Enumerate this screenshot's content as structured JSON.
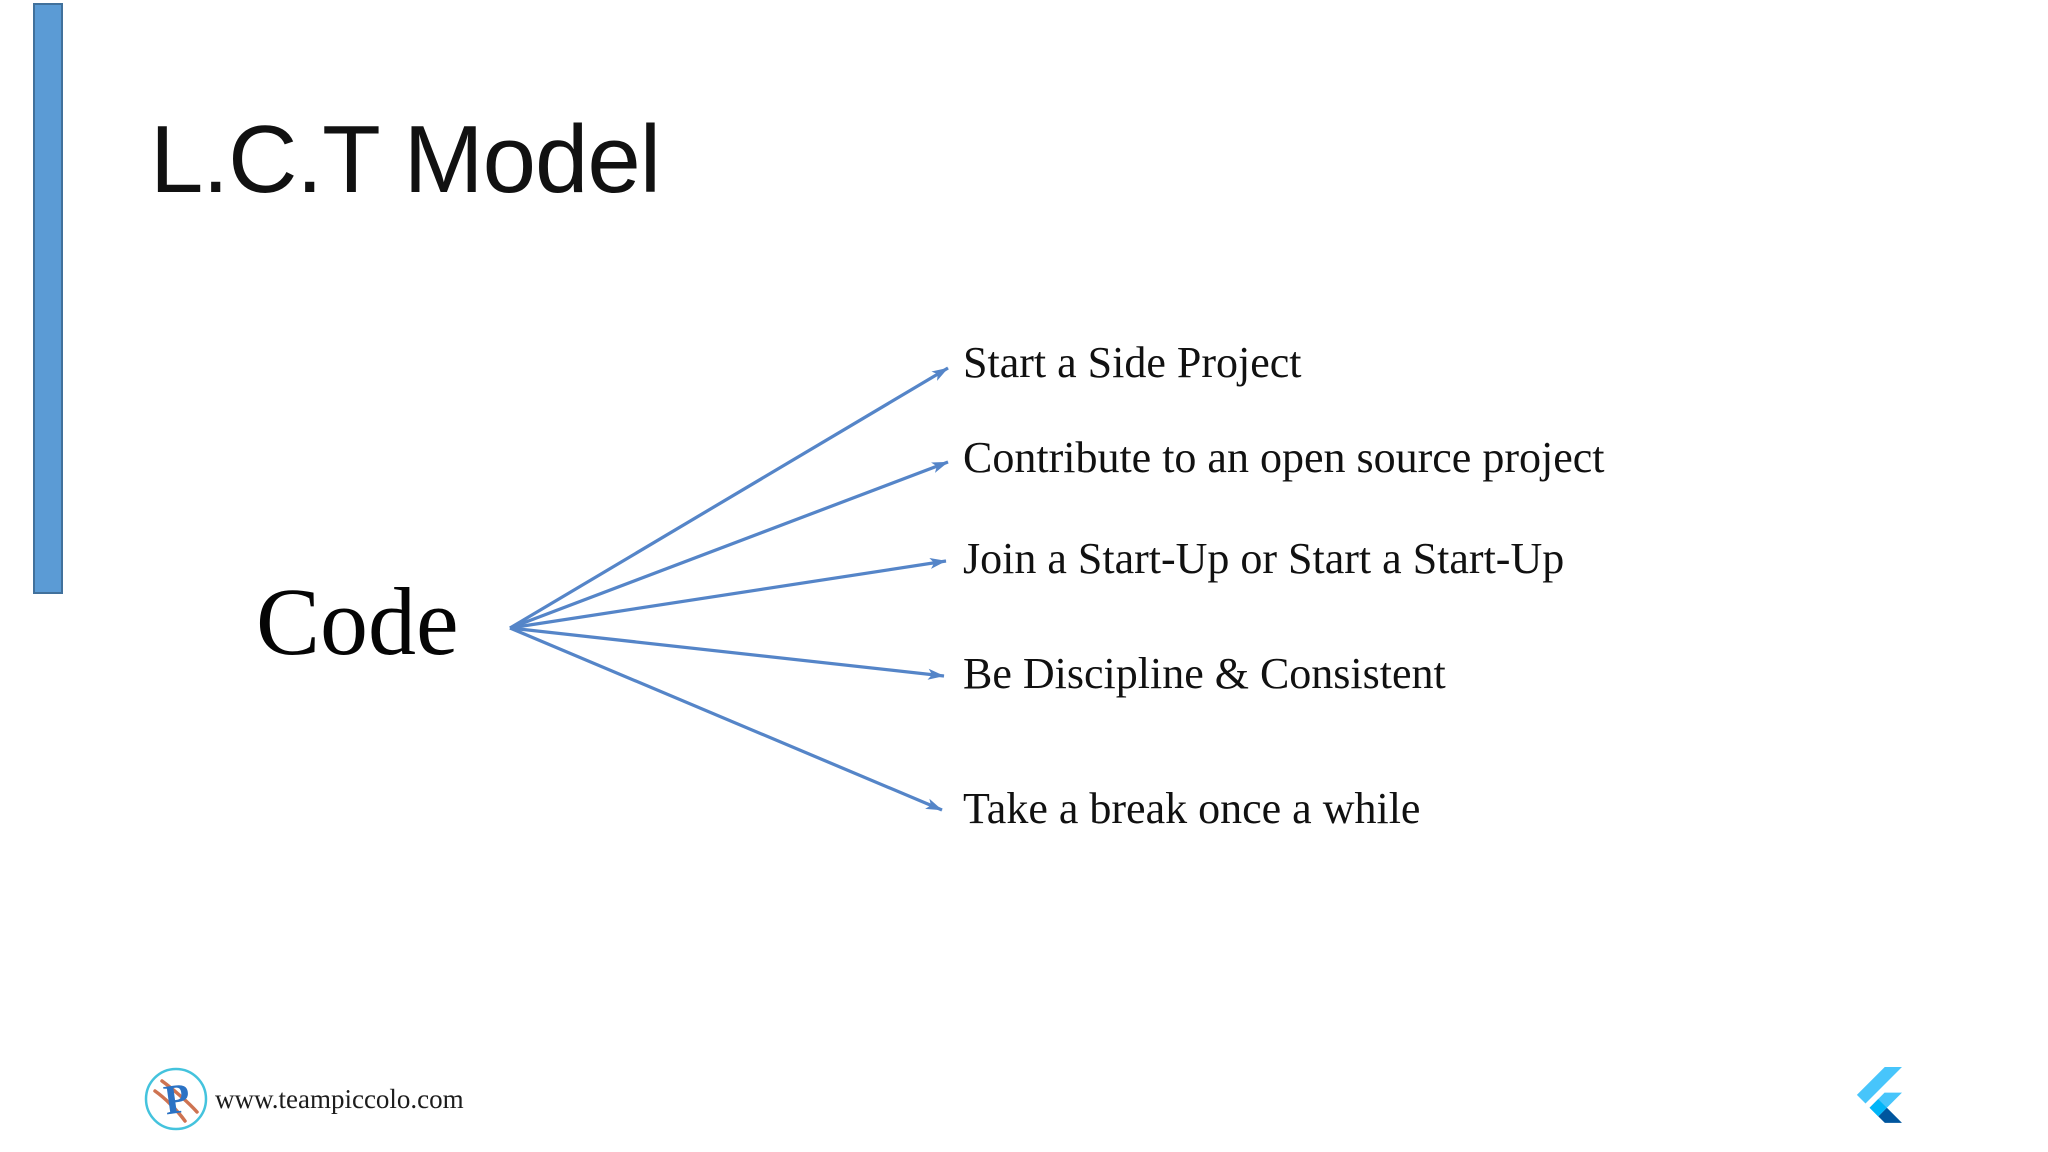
{
  "slide": {
    "title": "L.C.T Model",
    "diagram": {
      "root": "Code",
      "branches": [
        "Start a Side Project",
        "Contribute to an open source project",
        "Join a Start-Up or Start a Start-Up",
        "Be Discipline & Consistent",
        "Take a break once a while"
      ]
    },
    "footer": {
      "website": "www.teampiccolo.com",
      "logos": [
        "piccolo-logo",
        "flutter-logo"
      ]
    },
    "colors": {
      "arrow_blue": "#5585C8",
      "bar_fill": "#5B9BD5",
      "bar_border": "#41719C",
      "text_black": "#111111",
      "logo_ring": "#44C3DD",
      "logo_p": "#2B72C4",
      "logo_slash": "#C65A33",
      "flutter_light": "#47C5FB",
      "flutter_mid": "#00B5F8",
      "flutter_dark": "#00569E"
    }
  }
}
